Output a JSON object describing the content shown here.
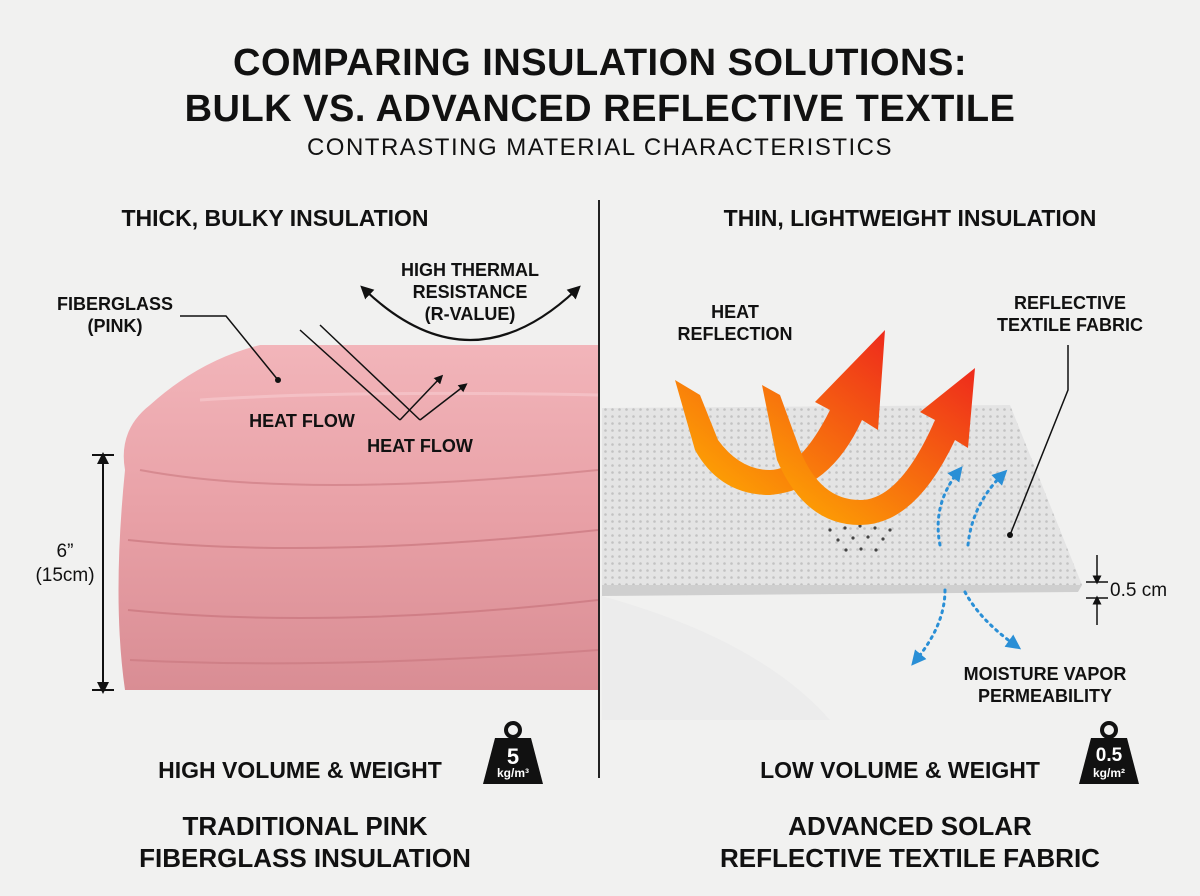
{
  "header": {
    "title_line1": "COMPARING INSULATION SOLUTIONS:",
    "title_line2": "BULK VS. ADVANCED REFLECTIVE TEXTILE",
    "subtitle": "CONTRASTING MATERIAL CHARACTERISTICS"
  },
  "left": {
    "heading": "THICK, BULKY INSULATION",
    "fiberglass_label_1": "FIBERGLASS",
    "fiberglass_label_2": "(PINK)",
    "resistance_label_1": "HIGH THERMAL",
    "resistance_label_2": "RESISTANCE",
    "resistance_label_3": "(R-VALUE)",
    "heat_flow_1": "HEAT FLOW",
    "heat_flow_2": "HEAT FLOW",
    "thickness_1": "6”",
    "thickness_2": "(15cm)",
    "volume_label": "HIGH VOLUME & WEIGHT",
    "weight_value": "5",
    "weight_unit": "kg/m³",
    "caption_1": "TRADITIONAL PINK",
    "caption_2": "FIBERGLASS INSULATION",
    "pink_color": "#e8a0a6"
  },
  "right": {
    "heading": "THIN, LIGHTWEIGHT INSULATION",
    "reflection_label_1": "HEAT",
    "reflection_label_2": "REFLECTION",
    "fabric_label_1": "REFLECTIVE",
    "fabric_label_2": "TEXTILE FABRIC",
    "thickness": "0.5 cm",
    "moisture_label_1": "MOISTURE VAPOR",
    "moisture_label_2": "PERMEABILITY",
    "volume_label": "LOW VOLUME & WEIGHT",
    "weight_value": "0.5",
    "weight_unit": "kg/m²",
    "caption_1": "ADVANCED SOLAR",
    "caption_2": "REFLECTIVE TEXTILE FABRIC",
    "arrow_color_start": "#ffb000",
    "arrow_color_end": "#ee2a1c",
    "vapor_color": "#2a8fd6"
  }
}
